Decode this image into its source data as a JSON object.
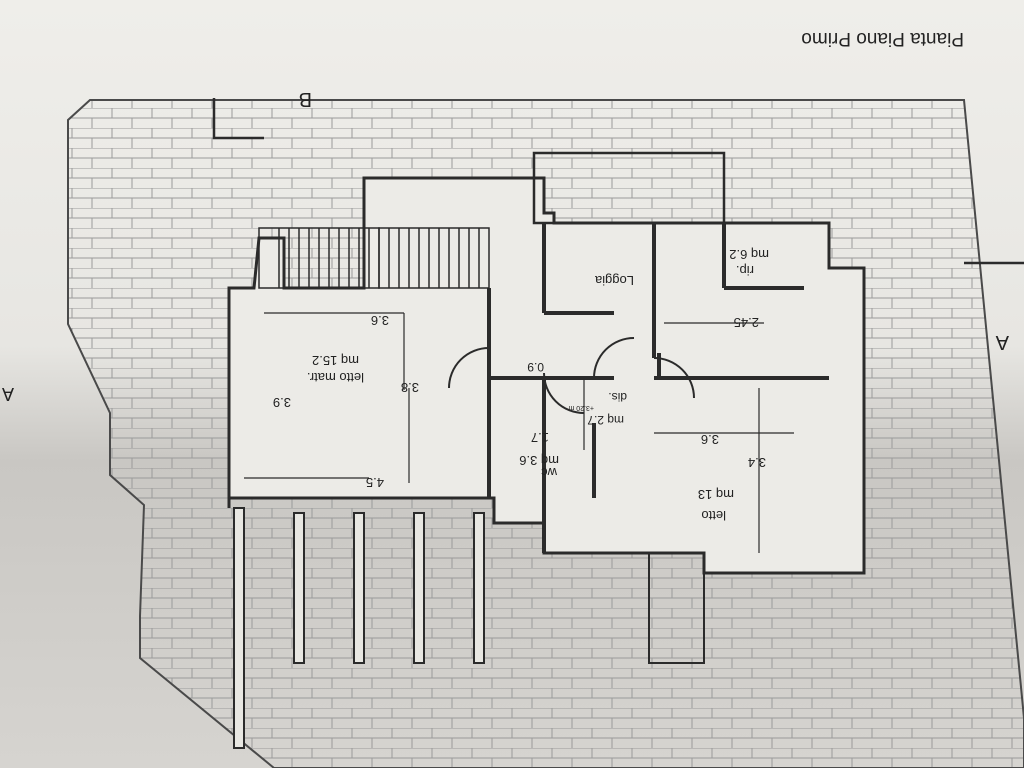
{
  "drawing": {
    "title": "Pianta Piano Primo",
    "section_marks": {
      "b": "B",
      "a": "A",
      "a_edge": "A"
    }
  },
  "rooms": {
    "letto_matrimoniale": {
      "name": "letto matr.",
      "area": "mq 15.2",
      "dim_top": "3.6",
      "dim_side": "3.8",
      "dim_side2": "3.9",
      "dim_bottom": "4.5"
    },
    "wc": {
      "name": "wc",
      "area": "mq 3.6",
      "dim": "1.7"
    },
    "disimpegno": {
      "name": "dis.",
      "area": "mq 2.7",
      "level": "+3.20 m",
      "dim": "0.9"
    },
    "loggia": {
      "name": "Loggia"
    },
    "ripostiglio": {
      "name": "rip.",
      "area": "mq 6.2",
      "dim": "2.45"
    },
    "letto": {
      "name": "letto",
      "area": "mq 13",
      "dim_width": "3.6",
      "dim_height": "3.4"
    }
  },
  "colors": {
    "line": "#2b2b2b",
    "hatch": "#8a8a8a",
    "paper": "#ecebe7"
  }
}
